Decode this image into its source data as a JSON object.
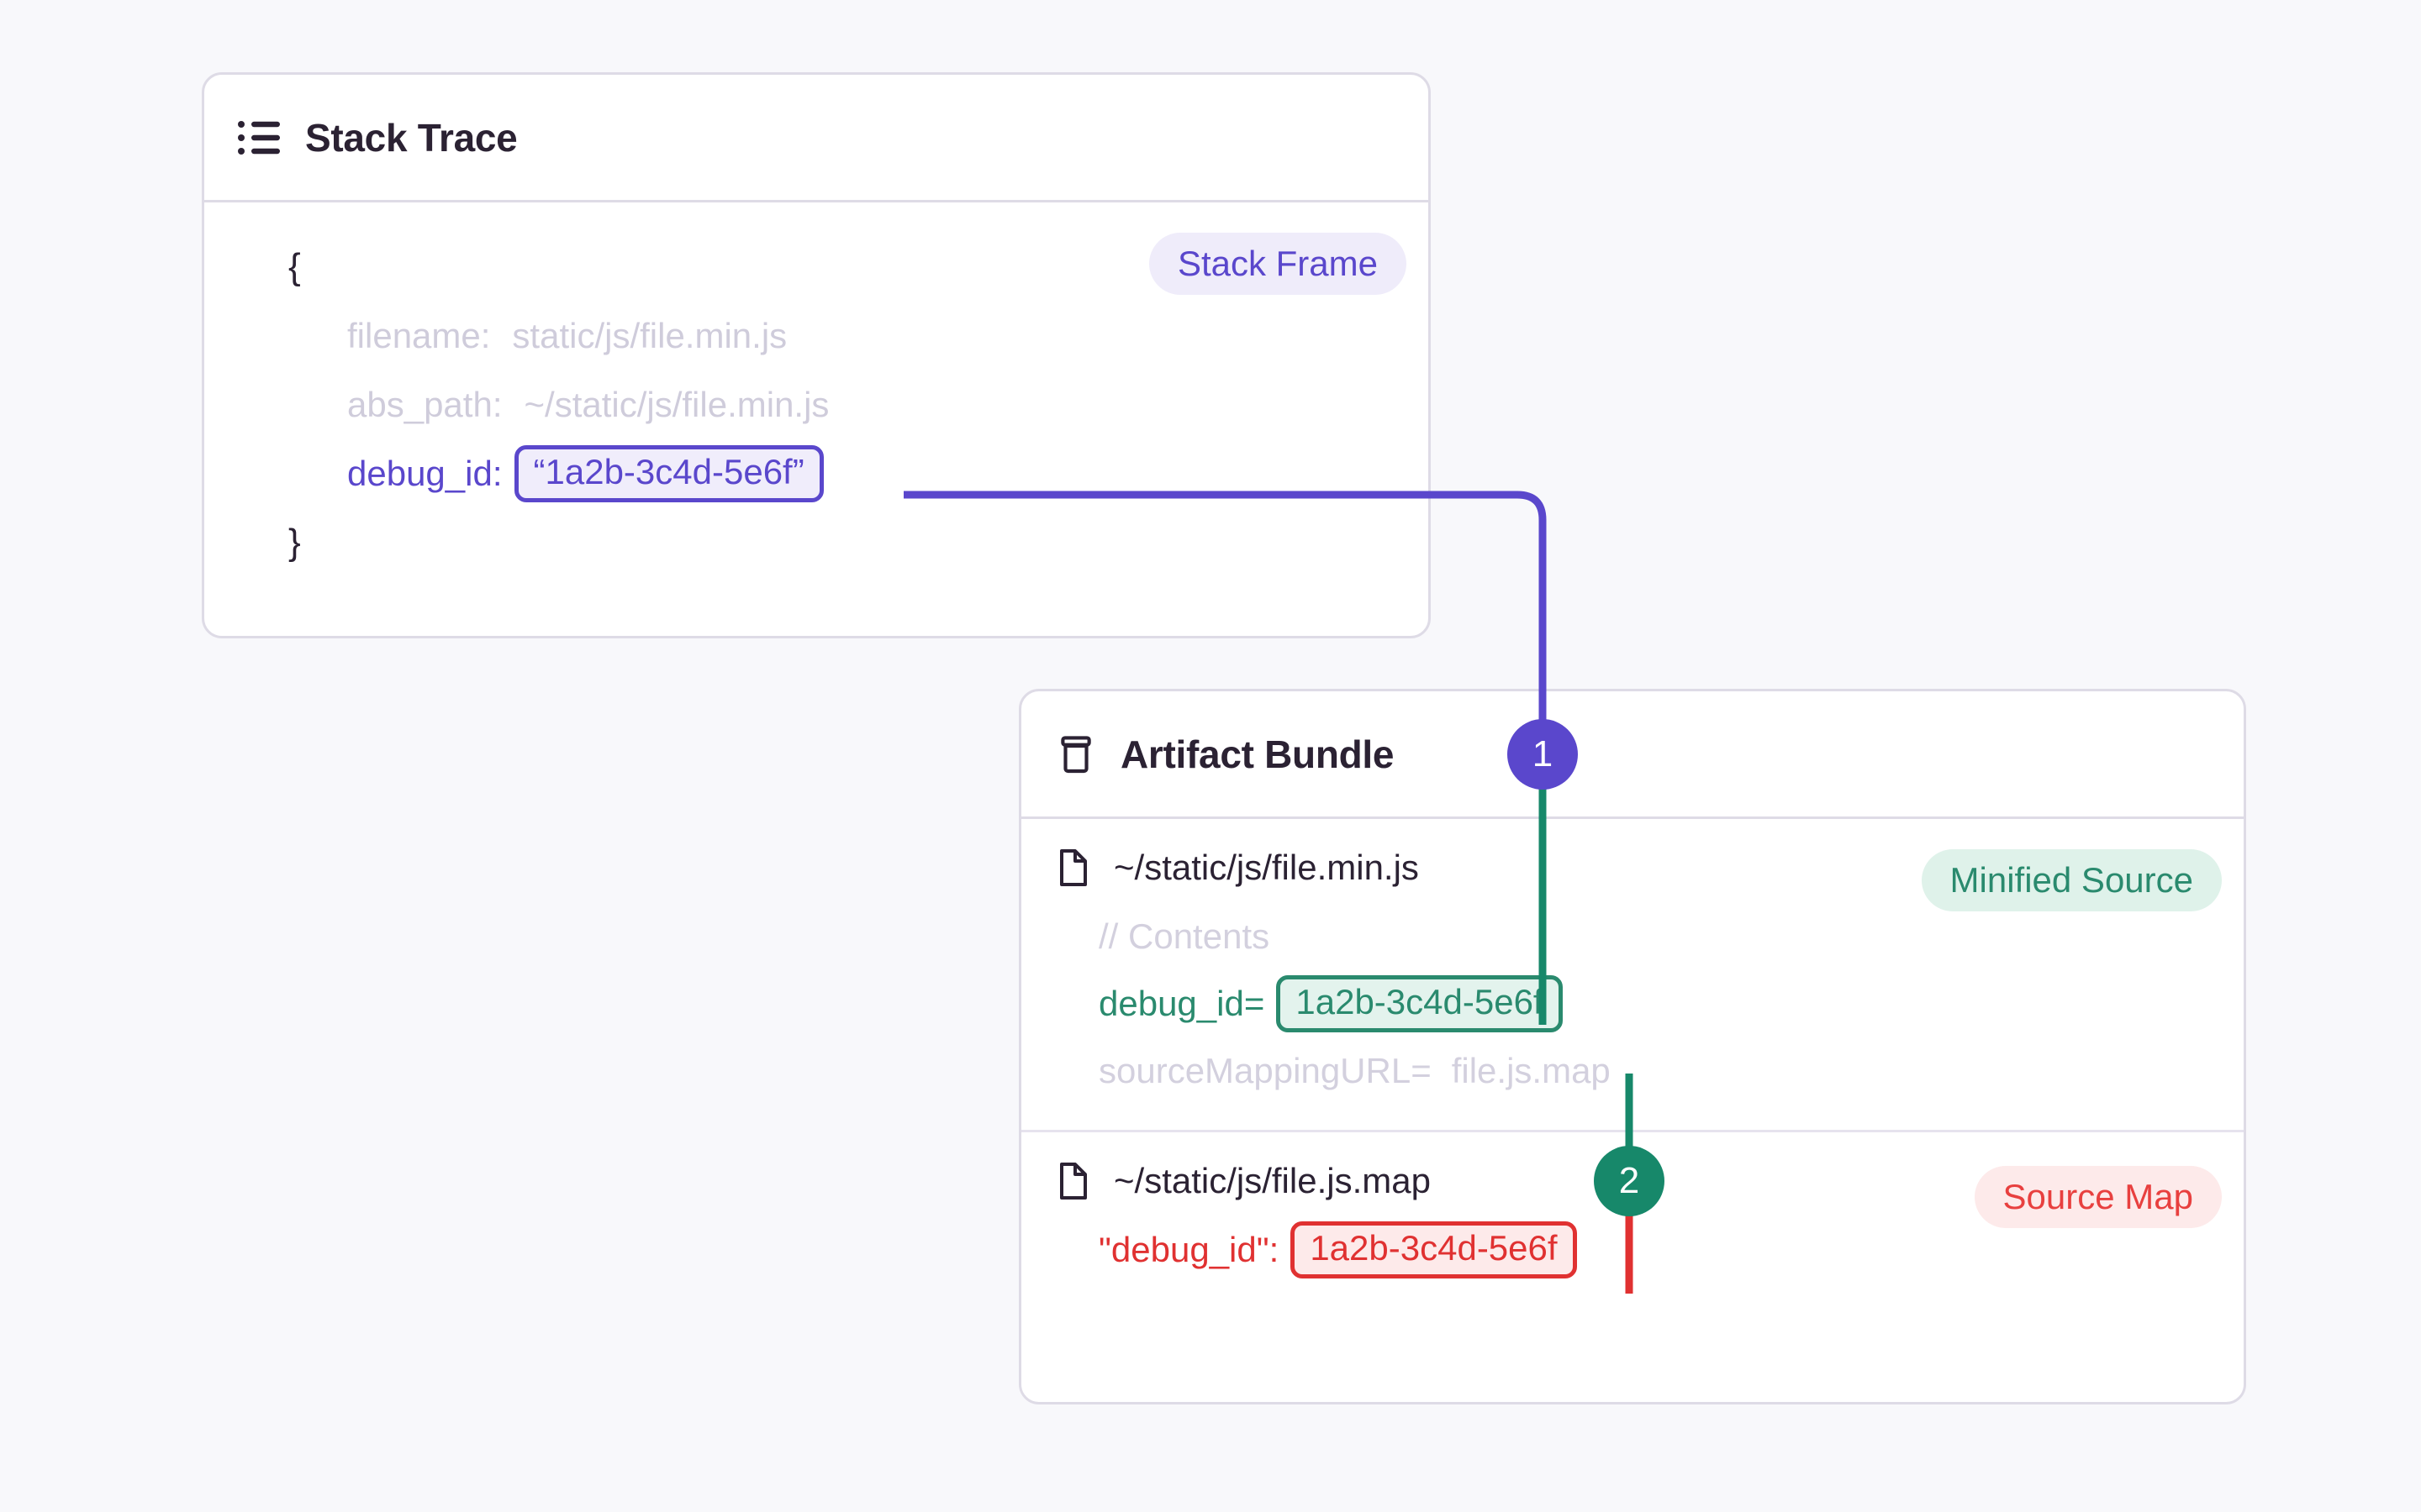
{
  "canvas": {
    "background": "#f8f8fb"
  },
  "colors": {
    "purple": "#5a47cc",
    "green": "#2a8a6e",
    "green_badge": "#17886a",
    "red": "#e03131",
    "muted": "#cfccdb",
    "text": "#2b2233",
    "card_border": "#dedbe6"
  },
  "stack_trace_card": {
    "icon": "list-icon",
    "title": "Stack Trace",
    "open_brace": "{",
    "close_brace": "}",
    "badge": {
      "label": "Stack Frame",
      "style": "purple"
    },
    "fields": [
      {
        "key": "filename:",
        "value": "static/js/file.min.js",
        "style": "muted"
      },
      {
        "key": "abs_path:",
        "value": "~/static/js/file.min.js",
        "style": "muted"
      }
    ],
    "debug_id": {
      "key": "debug_id:",
      "value": "“1a2b-3c4d-5e6f”",
      "style": "purple-chip"
    }
  },
  "artifact_bundle_card": {
    "icon": "archive-box-icon",
    "title": "Artifact Bundle",
    "sections": [
      {
        "file_icon": "file-icon",
        "file_name": "~/static/js/file.min.js",
        "badge": {
          "label": "Minified Source",
          "style": "green"
        },
        "lines": [
          {
            "text": "// Contents",
            "style": "muted"
          }
        ],
        "debug_id": {
          "key": "debug_id=",
          "value": "1a2b-3c4d-5e6f",
          "style": "green-chip"
        },
        "trailing_lines": [
          {
            "key": "sourceMappingURL=",
            "value": "file.js.map",
            "style": "muted"
          }
        ]
      },
      {
        "file_icon": "file-icon",
        "file_name": "~/static/js/file.js.map",
        "badge": {
          "label": "Source Map",
          "style": "red"
        },
        "debug_id": {
          "key": "\"debug_id\":",
          "value": "1a2b-3c4d-5e6f",
          "style": "red-chip"
        }
      }
    ]
  },
  "steps": [
    {
      "number": "1",
      "style": "purple"
    },
    {
      "number": "2",
      "style": "green"
    }
  ]
}
